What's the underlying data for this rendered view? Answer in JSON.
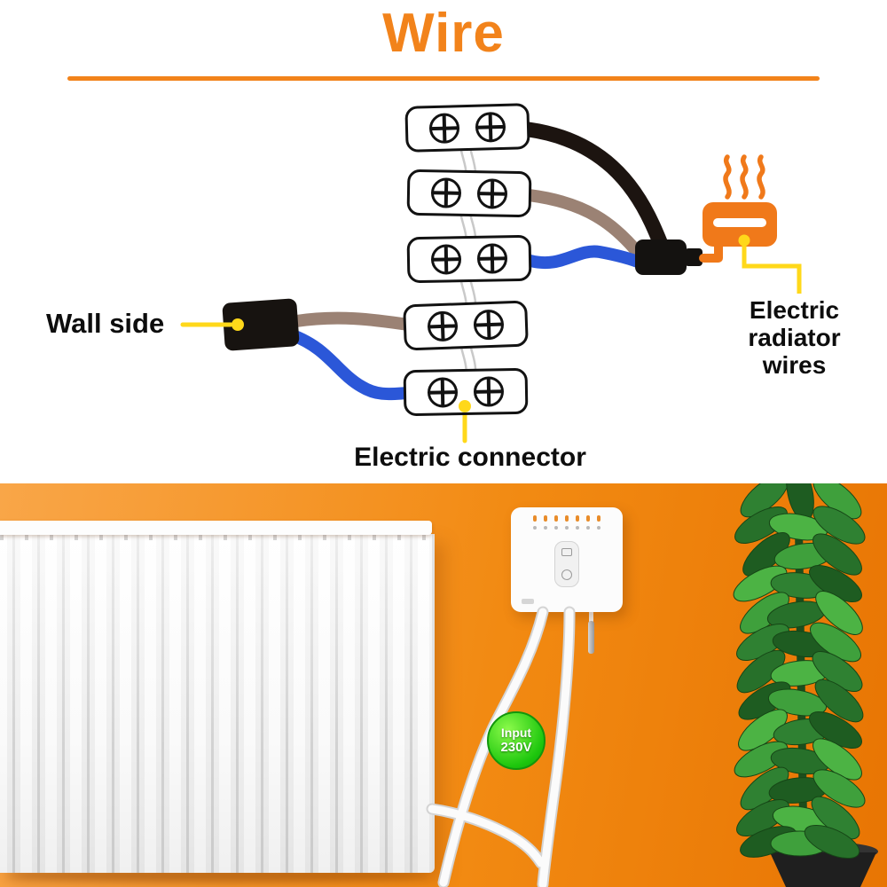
{
  "title": "Wire",
  "diagram": {
    "wall_side_label": "Wall side",
    "connector_label": "Electric connector",
    "radiator_label_lines": [
      "Electric",
      "radiator",
      "wires"
    ],
    "terminal_block_count": 5,
    "terminals_per_block": 2
  },
  "photo": {
    "badge_line1": "Input",
    "badge_line2": "230V"
  },
  "icons": {
    "screw_terminal": "circle-with-cross",
    "heat_waves": "three-wavy-lines",
    "plug": "black-inline-plug",
    "radiator_symbol": "orange-heater-block"
  },
  "colors": {
    "accent_orange": "#F2831B",
    "pointer_yellow": "#FFD81A",
    "wire_black": "#1C1410",
    "wire_brown": "#9B8274",
    "wire_blue": "#2B57D8",
    "badge_green": "#1DC60D",
    "background_orange": "#F28A12",
    "plant_green": "#2F8132"
  }
}
